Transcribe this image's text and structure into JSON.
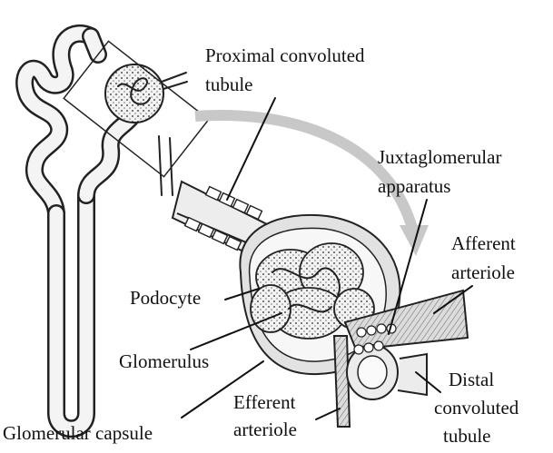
{
  "labels": {
    "pct": "Proximal convoluted",
    "pct2": "tubule",
    "jga": "Juxtaglomerular",
    "jga2": "apparatus",
    "aff": "Afferent",
    "aff2": "arteriole",
    "podocyte": "Podocyte",
    "glomerulus": "Glomerulus",
    "eff": "Efferent",
    "eff2": "arteriole",
    "dct": "Distal",
    "dct2": "convoluted",
    "dct3": "tubule",
    "capsule": "Glomerular capsule"
  },
  "colors": {
    "ink": "#222222",
    "arrow": "#c8c8c8",
    "tissue": "#e6e6e6"
  }
}
